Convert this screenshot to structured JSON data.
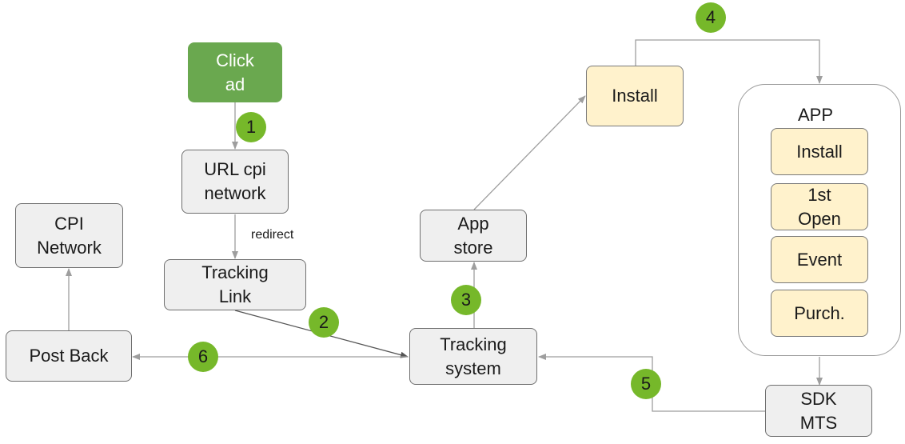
{
  "nodes": {
    "click_ad": "Click\nad",
    "url_cpi_network": "URL cpi\nnetwork",
    "tracking_link": "Tracking\nLink",
    "cpi_network": "CPI\nNetwork",
    "post_back": "Post Back",
    "tracking_system": "Tracking\nsystem",
    "app_store": "App\nstore",
    "install": "Install",
    "app_container_title": "APP",
    "app_install": "Install",
    "app_first_open": "1st\nOpen",
    "app_event": "Event",
    "app_purchase": "Purch.",
    "sdk_mts": "SDK\nMTS"
  },
  "labels": {
    "redirect": "redirect"
  },
  "steps": [
    "1",
    "2",
    "3",
    "4",
    "5",
    "6"
  ],
  "colors": {
    "green_node": "#6aa84f",
    "step_badge": "#76b82a",
    "gray_node": "#efefef",
    "yellow_node": "#fff2cc",
    "connector": "#9e9e9e"
  }
}
